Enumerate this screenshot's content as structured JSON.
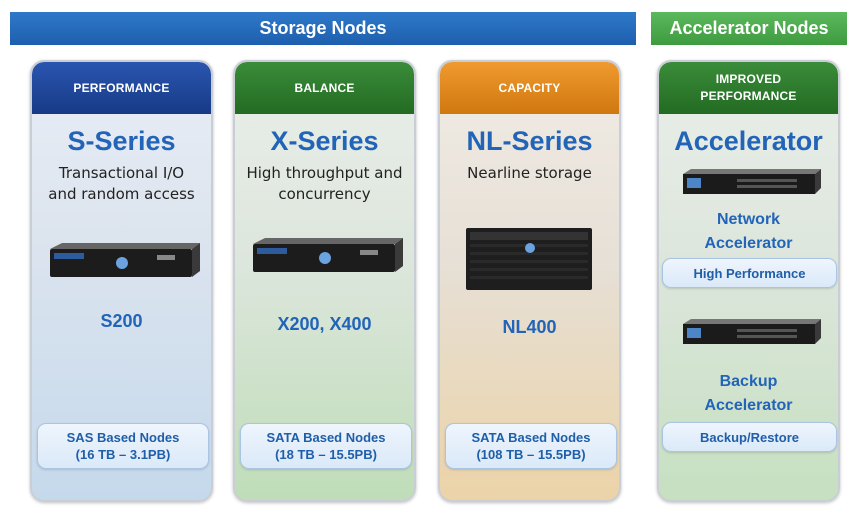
{
  "banners": {
    "storage": "Storage Nodes",
    "accelerator": "Accelerator Nodes"
  },
  "colors": {
    "performance": "#1f3f8f",
    "balance": "#2e7d32",
    "capacity": "#e08a1e",
    "accelerator": "#2e7d32",
    "accent_blue": "#2264b8"
  },
  "cards": [
    {
      "header": "PERFORMANCE",
      "series": "S-Series",
      "desc": "Transactional I/O\nand random access",
      "model": "S200",
      "pill_line1": "SAS Based Nodes",
      "pill_line2": "(16 TB – 3.1PB)"
    },
    {
      "header": "BALANCE",
      "series": "X-Series",
      "desc": "High throughput and\nconcurrency",
      "model": "X200, X400",
      "pill_line1": "SATA Based Nodes",
      "pill_line2": "(18 TB – 15.5PB)"
    },
    {
      "header": "CAPACITY",
      "series": "NL-Series",
      "desc": "Nearline storage",
      "model": "NL400",
      "pill_line1": "SATA Based Nodes",
      "pill_line2": "(108 TB – 15.5PB)"
    }
  ],
  "accelerator": {
    "header": "IMPROVED\nPERFORMANCE",
    "series": "Accelerator",
    "network_label": "Network\nAccelerator",
    "network_pill": "High Performance",
    "backup_label": "Backup\nAccelerator",
    "backup_pill": "Backup/Restore"
  }
}
